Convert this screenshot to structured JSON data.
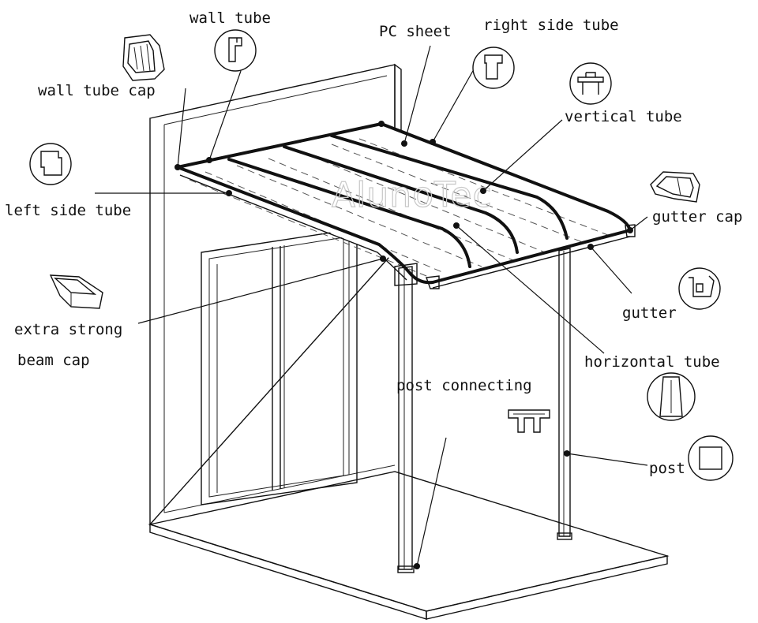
{
  "watermark": "AlunoTec",
  "labels": {
    "wall_tube": "wall tube",
    "pc_sheet": "PC sheet",
    "right_side_tube": "right side tube",
    "wall_tube_cap": "wall tube cap",
    "vertical_tube": "vertical tube",
    "left_side_tube": "left side tube",
    "gutter_cap": "gutter cap",
    "gutter": "gutter",
    "extra_strong_1": "extra strong",
    "extra_strong_2": "beam cap",
    "horizontal_tube": "horizontal tube",
    "post_connecting": "post connecting",
    "post": "post"
  },
  "icons": [
    "wall-tube-cap-icon",
    "wall-tube-profile-icon",
    "right-side-tube-profile-icon",
    "vertical-tube-profile-icon",
    "left-side-tube-profile-icon",
    "gutter-cap-icon",
    "gutter-profile-icon",
    "beam-cap-icon",
    "horizontal-tube-profile-icon",
    "post-connecting-icon",
    "post-profile-icon"
  ]
}
